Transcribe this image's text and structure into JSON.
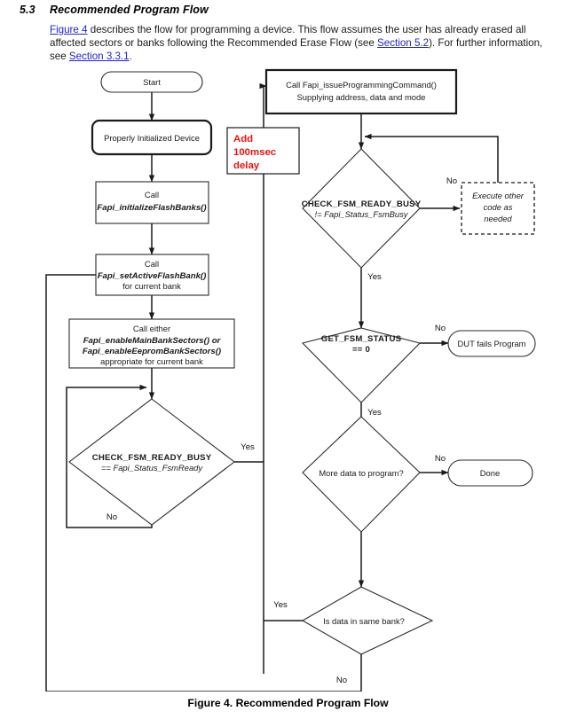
{
  "section": {
    "number": "5.3",
    "title": "Recommended Program Flow"
  },
  "intro": {
    "link1": "Figure 4",
    "text1": " describes the flow for programming a device. This flow assumes the user has already erased all affected sectors or banks following the Recommended Erase Flow (see ",
    "link2": "Section 5.2",
    "text2": "). For further information, see ",
    "link3": "Section 3.3.1",
    "text3": "."
  },
  "figure": {
    "caption": "Figure 4. Recommended Program Flow"
  },
  "nodes": {
    "start": {
      "label": "Start"
    },
    "init_device": {
      "label": "Properly Initialized Device"
    },
    "init_flash_banks": {
      "line1": "Call",
      "line2": "Fapi_initializeFlashBanks()"
    },
    "set_active_bank": {
      "line1": "Call",
      "line2": "Fapi_setActiveFlashBank()",
      "line3": "for current bank"
    },
    "enable_sectors": {
      "line1": "Call either",
      "line2": "Fapi_enableMainBankSectors() or",
      "line3": "Fapi_enableEepromBankSectors()",
      "line4": "appropriate for current bank"
    },
    "check_ready": {
      "line1": "CHECK_FSM_READY_BUSY",
      "line2": "== Fapi_Status_FsmReady"
    },
    "issue_program": {
      "line1": "Call Fapi_issueProgrammingCommand()",
      "line2": "Supplying address, data and mode"
    },
    "check_busy": {
      "line1": "CHECK_FSM_READY_BUSY",
      "line2": "!= Fapi_Status_FsmBusy"
    },
    "execute_other": {
      "line1": "Execute other",
      "line2": "code as",
      "line3": "needed"
    },
    "get_status": {
      "line1": "GET_FSM_STATUS",
      "line2": "== 0"
    },
    "dut_fails": {
      "label": "DUT fails Program"
    },
    "more_data": {
      "label": "More data to program?"
    },
    "done": {
      "label": "Done"
    },
    "same_bank": {
      "label": "Is data in same bank?"
    },
    "annotation_delay": {
      "line1": "Add",
      "line2": "100msec",
      "line3": "delay",
      "color": "#e8130f"
    }
  },
  "edge_labels": {
    "check_ready_yes": "Yes",
    "check_ready_no": "No",
    "check_busy_no": "No",
    "check_busy_yes": "Yes",
    "get_status_no": "No",
    "get_status_yes": "Yes",
    "more_data_no": "No",
    "more_data_yes": "Yes",
    "same_bank_yes": "Yes",
    "same_bank_no": "No"
  }
}
